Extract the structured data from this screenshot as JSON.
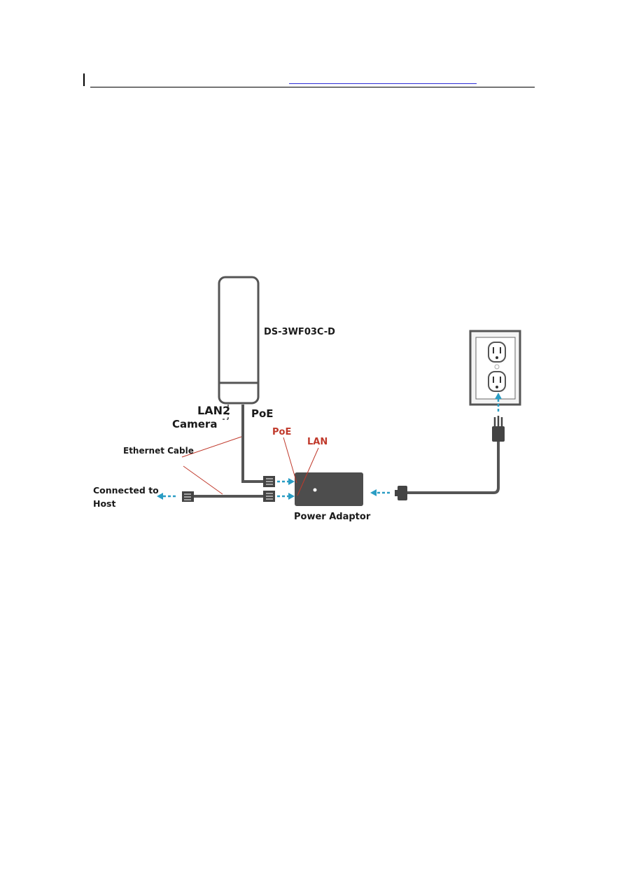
{
  "header": {},
  "diagram": {
    "labels": {
      "device": "DS-3WF03C-D",
      "lan2": "LAN2",
      "camera": "Camera",
      "poe_top": "PoE",
      "poe_port": "PoE",
      "lan_port": "LAN",
      "ethernet_cable": "Ethernet Cable",
      "connected_line1": "Connected to",
      "connected_line2": "Host",
      "power_adaptor": "Power Adaptor"
    },
    "colors": {
      "device_outline": "#555555",
      "cable": "#555555",
      "adaptor": "#4d4d4d",
      "arrow": "#2a9dc4",
      "pointer_line": "#c0392b",
      "port_label": "#c0392b"
    },
    "icons": [
      "rj45-plug-icon",
      "power-plug-icon",
      "wall-outlet-icon",
      "arrow-left-icon",
      "arrow-right-icon",
      "arrow-up-icon"
    ]
  }
}
